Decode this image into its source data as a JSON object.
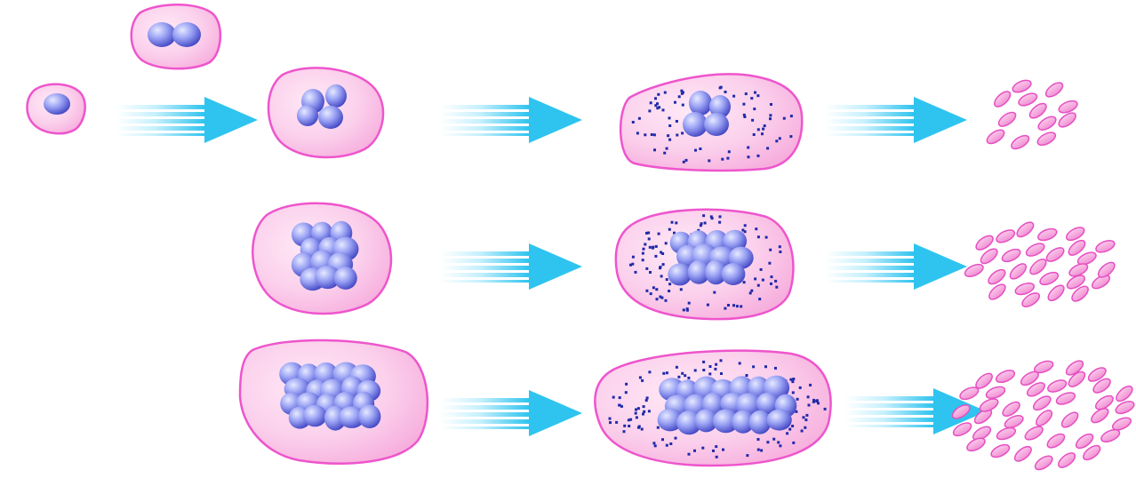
{
  "diagram": {
    "title": "",
    "colors": {
      "background": "#ffffff",
      "cell_fill_light": "#ffe9f6",
      "cell_fill_mid": "#f7b4de",
      "cell_outline": "#ee55cc",
      "nucleus_light": "#dfe3ff",
      "nucleus_mid": "#8d96f2",
      "nucleus_dark": "#3b3fbf",
      "granule": "#1f2aa8",
      "arrow_light": "#e9f9ff",
      "arrow_main": "#2fc4ef",
      "platelet_fill": "#f6a8dd",
      "platelet_outline": "#e64fc2"
    },
    "stages": [
      "precursor-cell",
      "polyploid-megakaryoblast",
      "granular-megakaryocyte",
      "platelets"
    ],
    "rows": [
      {
        "label": "",
        "nucleus_lobes": 4,
        "platelet_count": 12
      },
      {
        "label": "",
        "nucleus_lobes": 12,
        "platelet_count": 26
      },
      {
        "label": "",
        "nucleus_lobes": 20,
        "platelet_count": 40
      }
    ],
    "icons": {
      "arrow": "right-arrow-icon",
      "cell": "cell-icon",
      "nucleus": "nucleus-icon",
      "platelet": "platelet-icon"
    }
  }
}
